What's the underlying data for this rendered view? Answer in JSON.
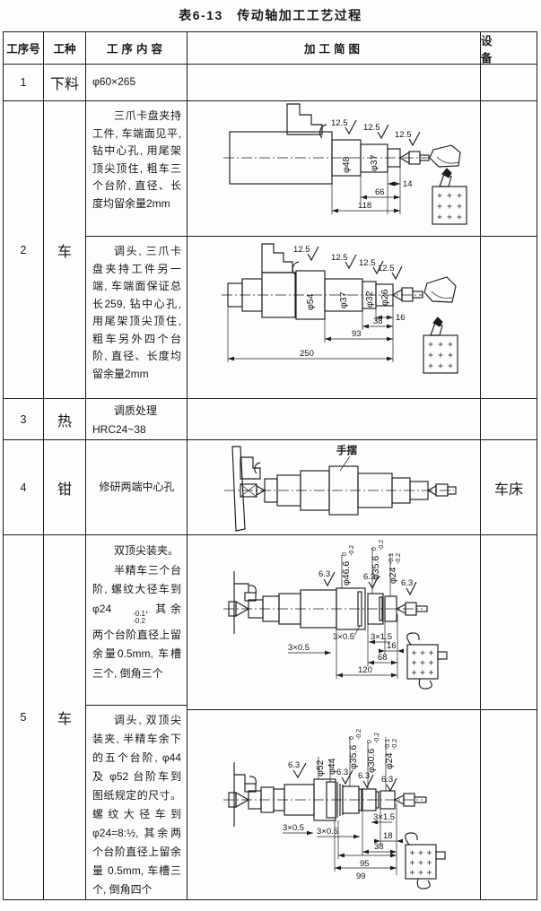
{
  "page": {
    "title": "表6-13　传动轴加工工艺过程"
  },
  "table": {
    "headers": [
      "工序号",
      "工种",
      "工序内容",
      "加工简图",
      "设　备"
    ]
  },
  "rows": {
    "r1": {
      "no": "1",
      "type": "下料",
      "content": "φ60×265",
      "equip": ""
    },
    "r2": {
      "no": "2",
      "type": "车",
      "content_a": "三爪卡盘夹持工件, 车端面见平, 钻中心孔, 用尾架顶尖顶住, 粗车三个台阶, 直径、长度均留余量2mm",
      "content_b": "调头, 三爪卡盘夹持工件另一端, 车端面保证总长259, 钻中心孔, 用尾架顶尖顶住, 粗车另外四个台阶, 直径、长度均留余量2mm"
    },
    "r3": {
      "no": "3",
      "type": "热",
      "content_l1": "调质处理",
      "content_l2": "HRC24~38"
    },
    "r4": {
      "no": "4",
      "type": "钳",
      "content": "修研两端中心孔",
      "equip": "车床"
    },
    "r5": {
      "no": "5",
      "type": "车",
      "a_p1": "双顶尖装夹。",
      "a_p2_pre": "半精车三个台阶, 螺纹大径车到 φ24",
      "a_sup": "-0.1",
      "a_sub": "-0.2",
      "a_p2_post": ", 其余两个台阶直径上留余量0.5mm, 车槽三个, 倒角三个",
      "b_p1": "调头, 双顶尖装夹, 半精车余下的五个台阶, φ44 及 φ52 台阶车到图纸规定的尺寸。螺纹大径车到 φ24=8:½, 其余两个台阶直径上留余量 0.5mm, 车槽三个, 倒角四个"
    }
  },
  "diagrams": {
    "r2a": {
      "finish": [
        "12.5",
        "12.5",
        "12.5"
      ],
      "dia": [
        "φ48",
        "φ37"
      ],
      "dims": [
        "14",
        "66",
        "118"
      ]
    },
    "r2b": {
      "finish": [
        "12.5",
        "12.5",
        "12.5",
        "12.5"
      ],
      "dia": [
        "φ54",
        "φ37",
        "φ32",
        "φ26"
      ],
      "dims": [
        "16",
        "38",
        "93",
        "250"
      ]
    },
    "r4": {
      "label": "手摆"
    },
    "r5a": {
      "finish": [
        "6.3",
        "6.3",
        "6.3"
      ],
      "dia": [
        {
          "m": "φ46.6",
          "u": "0",
          "d": "-0.2"
        },
        {
          "m": "φ35.6",
          "u": "0",
          "d": "-0.2"
        },
        {
          "m": "φ24",
          "u": "-0.1",
          "d": "-0.2"
        }
      ],
      "grooves": [
        "3×0.5",
        "3×0.5",
        "3×1.5"
      ],
      "dims": [
        "16",
        "68",
        "120"
      ]
    },
    "r5b": {
      "finish": [
        "6.3",
        "6.3",
        "6.3",
        "6.3"
      ],
      "dia": [
        {
          "m": "φ52",
          "u": "",
          "d": ""
        },
        {
          "m": "φ44",
          "u": "",
          "d": ""
        },
        {
          "m": "φ35.6",
          "u": "0",
          "d": "-0.2"
        },
        {
          "m": "φ30.6",
          "u": "0",
          "d": "-0.2"
        },
        {
          "m": "φ24",
          "u": "-0.1",
          "d": "-0.2"
        }
      ],
      "grooves": [
        "3×0.5",
        "3×0.5",
        "3×1.5"
      ],
      "dims": [
        "18",
        "38",
        "95",
        "99"
      ]
    }
  }
}
